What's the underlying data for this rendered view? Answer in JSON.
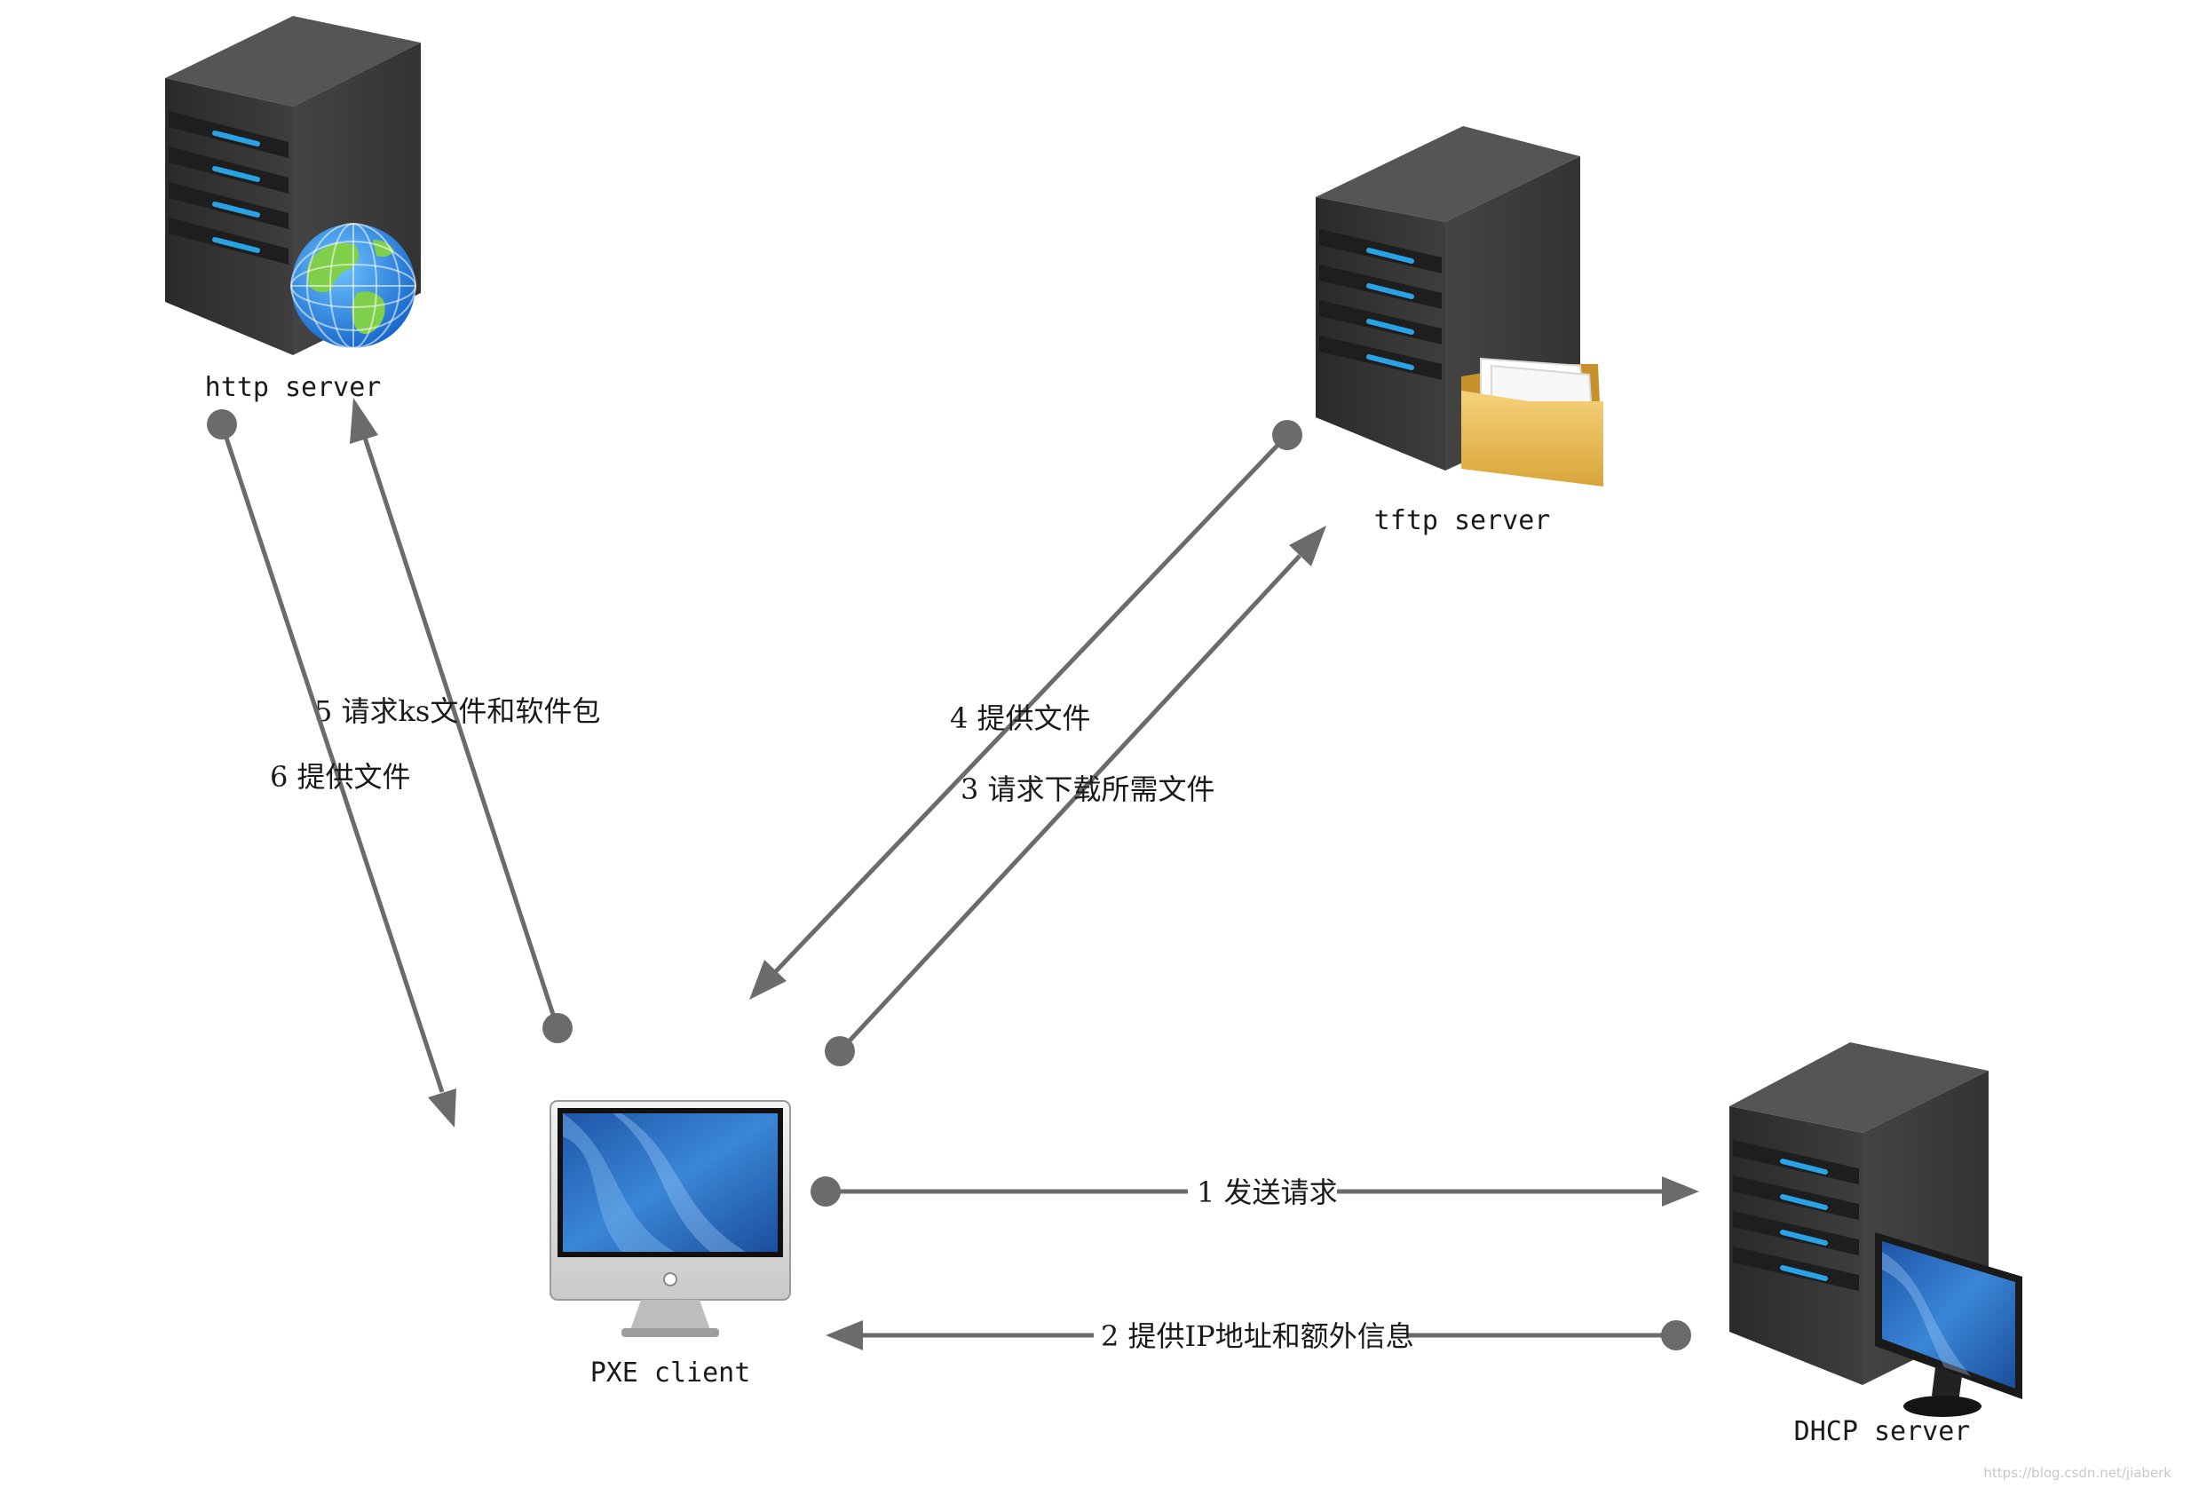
{
  "nodes": [
    {
      "id": "http",
      "label": "http server",
      "icon": "server-globe-icon"
    },
    {
      "id": "tftp",
      "label": "tftp server",
      "icon": "server-folder-icon"
    },
    {
      "id": "pxe",
      "label": "PXE client",
      "icon": "desktop-monitor-icon"
    },
    {
      "id": "dhcp",
      "label": "DHCP server",
      "icon": "server-monitor-icon"
    }
  ],
  "edges": [
    {
      "step": 1,
      "from": "pxe",
      "to": "dhcp",
      "label": "1 发送请求"
    },
    {
      "step": 2,
      "from": "dhcp",
      "to": "pxe",
      "label": "2 提供IP地址和额外信息"
    },
    {
      "step": 3,
      "from": "pxe",
      "to": "tftp",
      "label": "3 请求下载所需文件"
    },
    {
      "step": 4,
      "from": "tftp",
      "to": "pxe",
      "label": "4 提供文件"
    },
    {
      "step": 5,
      "from": "pxe",
      "to": "http",
      "label": "5 请求ks文件和软件包"
    },
    {
      "step": 6,
      "from": "http",
      "to": "pxe",
      "label": "6 提供文件"
    }
  ],
  "colors": {
    "connector": "#6b6b6b",
    "server_body": "#3a3a3a",
    "server_light": "#2aa3e6",
    "screen": "#2d6fc4",
    "folder": "#e8b84a"
  },
  "watermark": "https://blog.csdn.net/jiaberk"
}
